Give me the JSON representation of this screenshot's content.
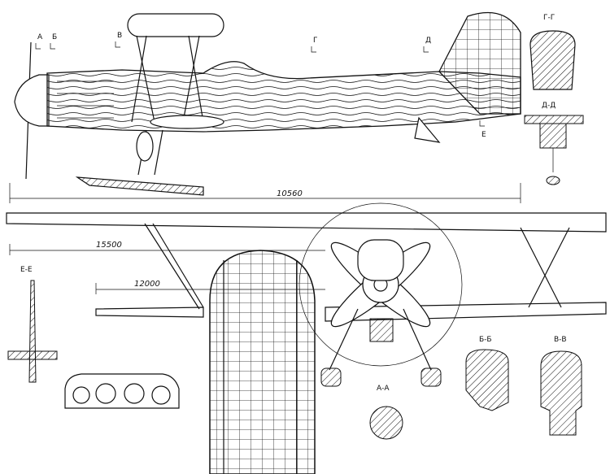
{
  "section_markers": {
    "a": "А",
    "b": "Б",
    "v": "В",
    "g": "Г",
    "d": "Д",
    "e": "Е"
  },
  "section_titles": {
    "gg": "Г-Г",
    "dd": "Д-Д",
    "ee": "Е-Е",
    "bb": "Б-Б",
    "vv": "В-В",
    "aa": "А-А"
  },
  "dimensions": {
    "length": "10560",
    "upper_span": "15500",
    "lower_span": "12000"
  }
}
